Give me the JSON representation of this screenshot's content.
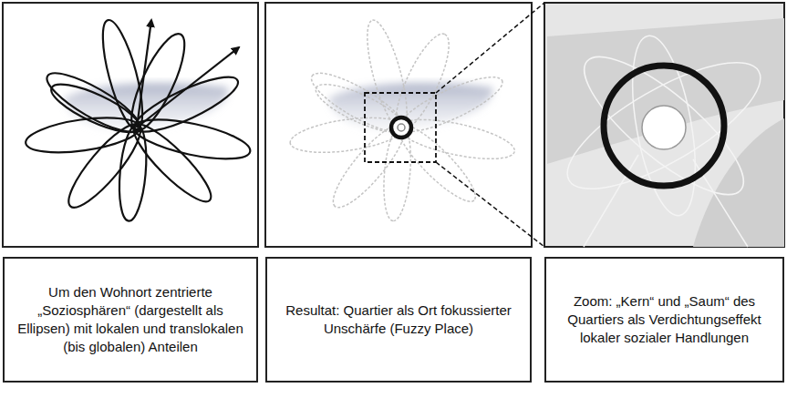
{
  "diagram": {
    "nodes": [
      {
        "text": [
          "Um den Wohnort zentrierte „Soziosphären“ (dargestellt als Ellipsen) mit lokalen und translokalen (bis globalen) Anteilen"
        ]
      },
      {
        "text": [
          "Resultat: Quartier als Ort fokussierter Unschärfe (Fuzzy Place)"
        ]
      },
      {
        "text": [
          "Zoom: „Kern“ und „Saum“ des Quartiers als Verdichtungseffekt lokaler sozialer Handlungen"
        ]
      }
    ]
  }
}
